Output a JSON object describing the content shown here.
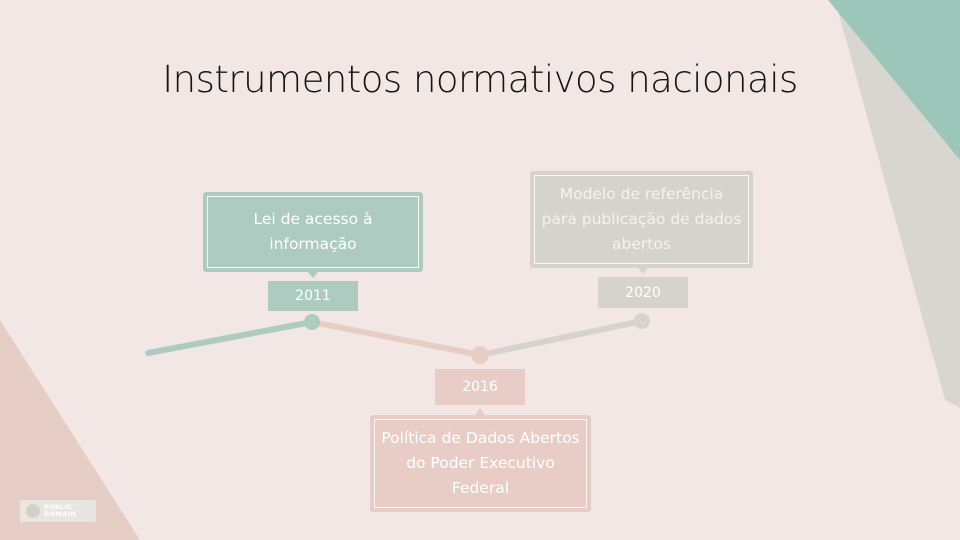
{
  "title": "Instrumentos normativos nacionais",
  "events": [
    {
      "year": "2011",
      "label": "Lei de acesso à informação"
    },
    {
      "year": "2016",
      "label": "Política de Dados Abertos do Poder Executivo Federal"
    },
    {
      "year": "2020",
      "label": "Modelo de referência para publicação de dados abertos"
    }
  ],
  "logo": {
    "line1": "PUBLIC",
    "line2": "DOMAIN"
  },
  "colors": {
    "background": "#f3e7e6",
    "green": "#aecbc2",
    "pink": "#e7cdc5",
    "gray": "#d6d3cc",
    "title": "#141414"
  }
}
